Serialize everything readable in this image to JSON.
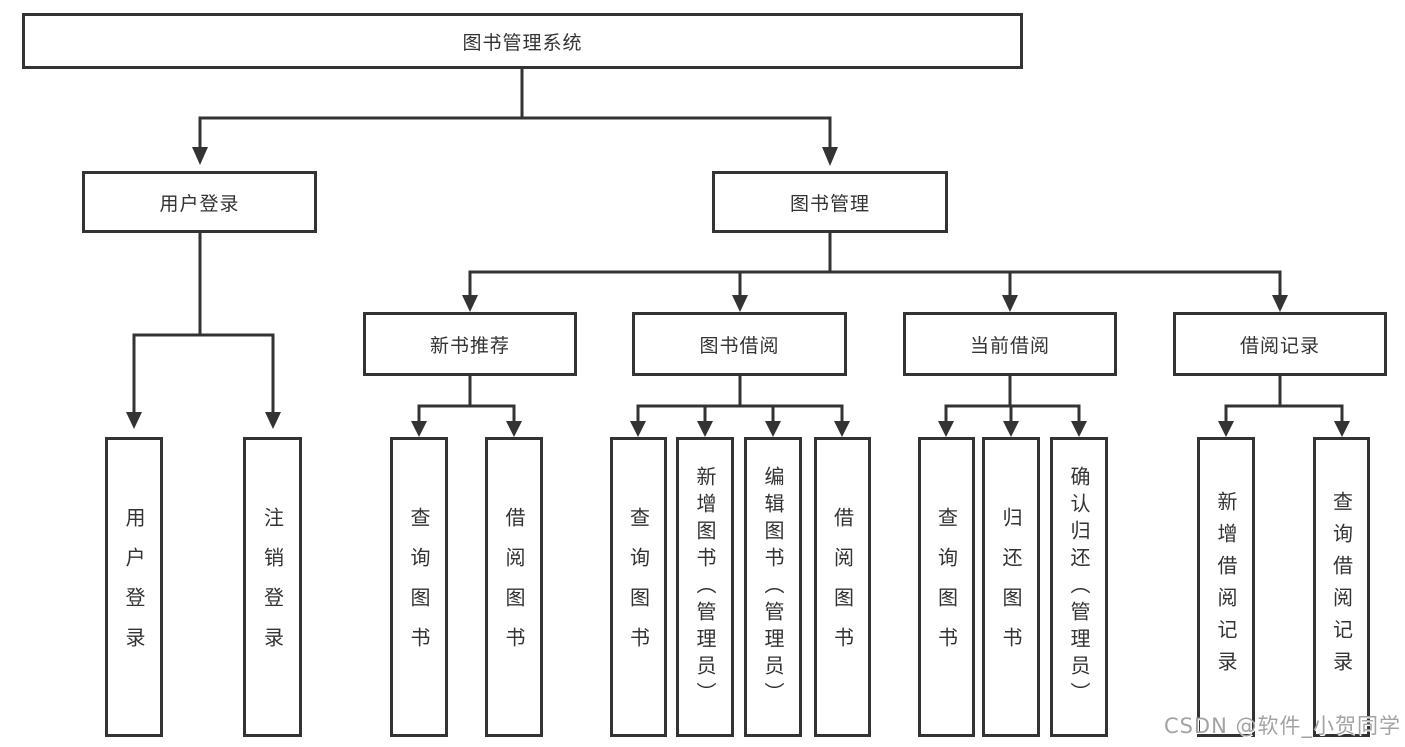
{
  "diagram": {
    "title": "图书管理系统",
    "nodes": {
      "root": {
        "label": "图书管理系统"
      },
      "userLogin": {
        "label": "用户登录"
      },
      "bookMgmt": {
        "label": "图书管理"
      },
      "newBookRec": {
        "label": "新书推荐"
      },
      "bookBorrow": {
        "label": "图书借阅"
      },
      "currentBorrow": {
        "label": "当前借阅"
      },
      "borrowRecords": {
        "label": "借阅记录"
      },
      "ulLogin": {
        "label": "用户登录"
      },
      "ulLogout": {
        "label": "注销登录"
      },
      "nbrQuery": {
        "label": "查询图书"
      },
      "nbrBorrow": {
        "label": "借阅图书"
      },
      "bbQuery": {
        "label": "查询图书"
      },
      "bbAdd": {
        "label": "新增图书（管理员）"
      },
      "bbEdit": {
        "label": "编辑图书（管理员）"
      },
      "bbBorrow": {
        "label": "借阅图书"
      },
      "cbQuery": {
        "label": "查询图书"
      },
      "cbReturn": {
        "label": "归还图书"
      },
      "cbConfirm": {
        "label": "确认归还（管理员）"
      },
      "brAdd": {
        "label": "新增借阅记录"
      },
      "brQuery": {
        "label": "查询借阅记录"
      }
    },
    "edges": [
      [
        "root",
        "userLogin"
      ],
      [
        "root",
        "bookMgmt"
      ],
      [
        "userLogin",
        "ulLogin"
      ],
      [
        "userLogin",
        "ulLogout"
      ],
      [
        "bookMgmt",
        "newBookRec"
      ],
      [
        "bookMgmt",
        "bookBorrow"
      ],
      [
        "bookMgmt",
        "currentBorrow"
      ],
      [
        "bookMgmt",
        "borrowRecords"
      ],
      [
        "newBookRec",
        "nbrQuery"
      ],
      [
        "newBookRec",
        "nbrBorrow"
      ],
      [
        "bookBorrow",
        "bbQuery"
      ],
      [
        "bookBorrow",
        "bbAdd"
      ],
      [
        "bookBorrow",
        "bbEdit"
      ],
      [
        "bookBorrow",
        "bbBorrow"
      ],
      [
        "currentBorrow",
        "cbQuery"
      ],
      [
        "currentBorrow",
        "cbReturn"
      ],
      [
        "currentBorrow",
        "cbConfirm"
      ],
      [
        "borrowRecords",
        "brAdd"
      ],
      [
        "borrowRecords",
        "brQuery"
      ]
    ],
    "colors": {
      "line": "#333333",
      "box_border": "#333333",
      "box_fill": "#ffffff",
      "text": "#333333",
      "watermark": "#a3a3a3",
      "background": "#ffffff"
    },
    "watermark": "CSDN @软件_小贺同学"
  }
}
